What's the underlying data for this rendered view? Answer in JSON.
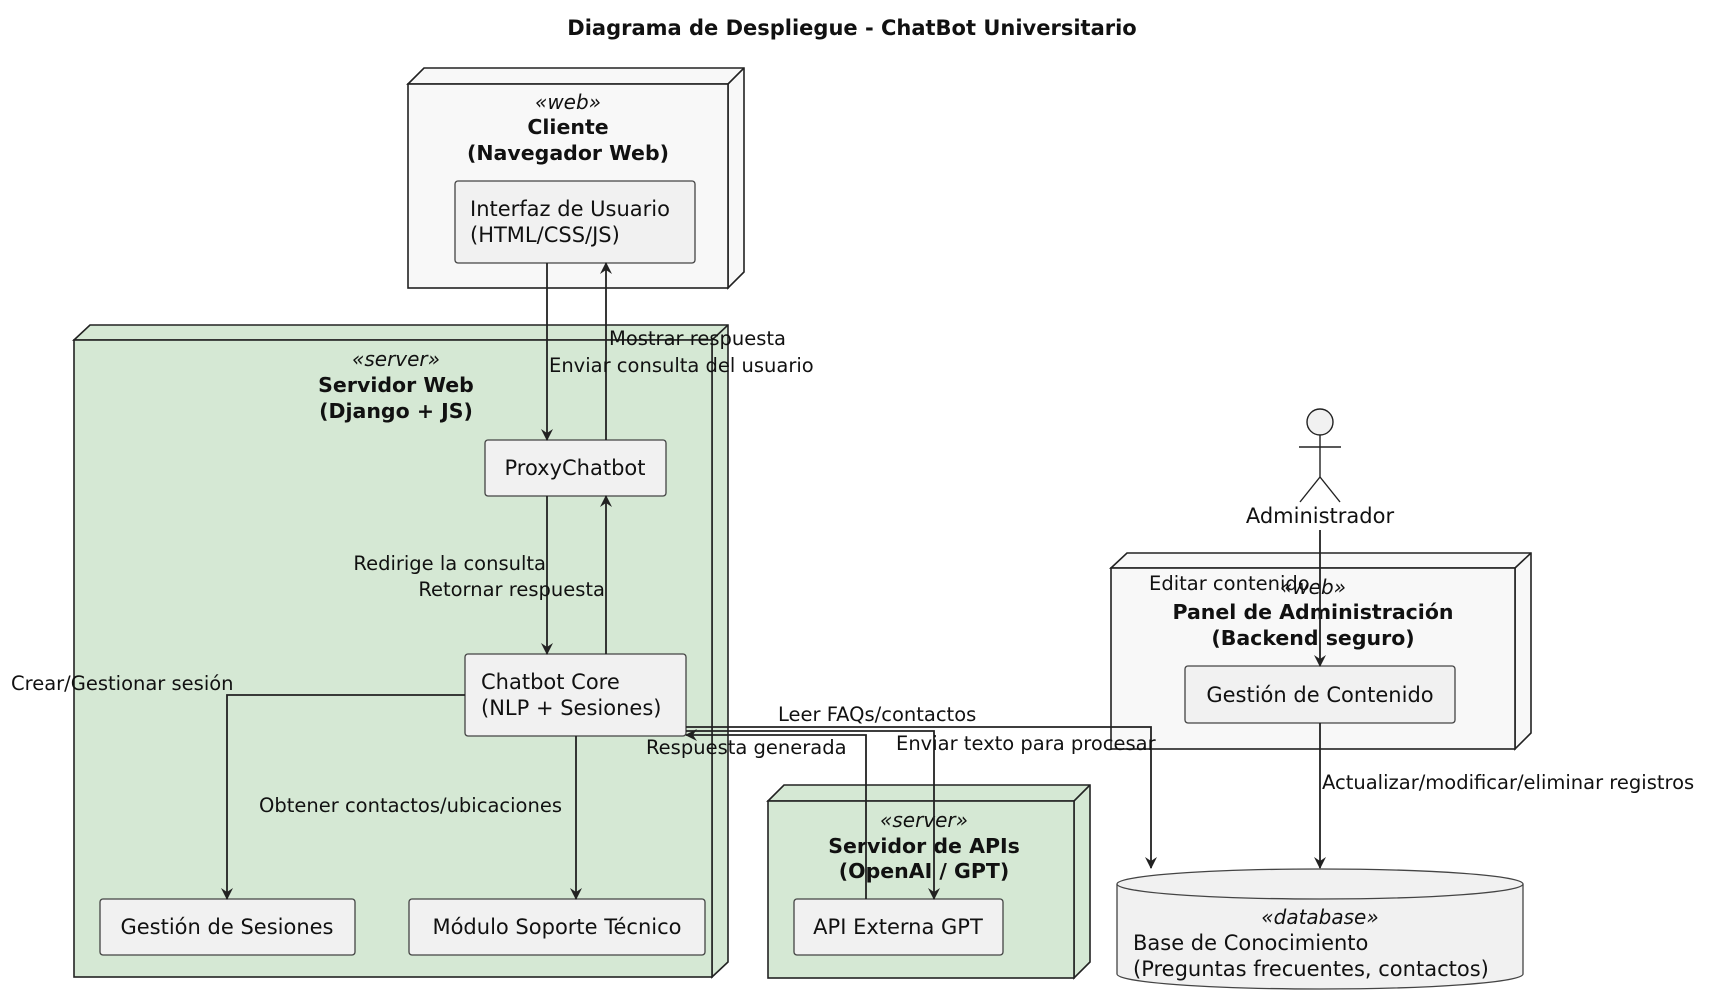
{
  "title": "Diagrama de Despliegue - ChatBot Universitario",
  "nodes": {
    "cliente": {
      "stereotype": "«web»",
      "name_line1": "Cliente",
      "name_line2": "(Navegador Web)",
      "components": {
        "interfaz_line1": "Interfaz de Usuario",
        "interfaz_line2": "(HTML/CSS/JS)"
      }
    },
    "servidor_web": {
      "stereotype": "«server»",
      "name_line1": "Servidor Web",
      "name_line2": "(Django + JS)",
      "components": {
        "proxy": "ProxyChatbot",
        "core_line1": "Chatbot Core",
        "core_line2": "(NLP + Sesiones)",
        "sesiones": "Gestión de Sesiones",
        "soporte": "Módulo Soporte Técnico"
      }
    },
    "servidor_apis": {
      "stereotype": "«server»",
      "name_line1": "Servidor de APIs",
      "name_line2": "(OpenAI / GPT)",
      "components": {
        "gpt": "API Externa GPT"
      }
    },
    "panel_admin": {
      "stereotype": "«web»",
      "name_line1": "Panel de Administración",
      "name_line2": "(Backend seguro)",
      "components": {
        "gestion_contenido": "Gestión de Contenido"
      }
    },
    "base_conocimiento": {
      "stereotype": "«database»",
      "line1": "Base de Conocimiento",
      "line2": "(Preguntas frecuentes, contactos)"
    }
  },
  "actor": {
    "name": "Administrador"
  },
  "edges": {
    "mostrar_respuesta": "Mostrar respuesta",
    "enviar_consulta": "Enviar consulta del usuario",
    "redirige": "Redirige la consulta",
    "retornar": "Retornar respuesta",
    "crear_sesion": "Crear/Gestionar sesión",
    "obtener_contactos": "Obtener contactos/ubicaciones",
    "leer_faqs": "Leer FAQs/contactos",
    "respuesta_generada": "Respuesta generada",
    "enviar_texto": "Enviar texto para procesar",
    "editar_contenido": "Editar contenido",
    "actualizar": "Actualizar/modificar/eliminar registros"
  },
  "colors": {
    "server_fill": "#d5e8d4",
    "web_fill": "#f8f8f8",
    "component_fill": "#f1f1f1"
  }
}
